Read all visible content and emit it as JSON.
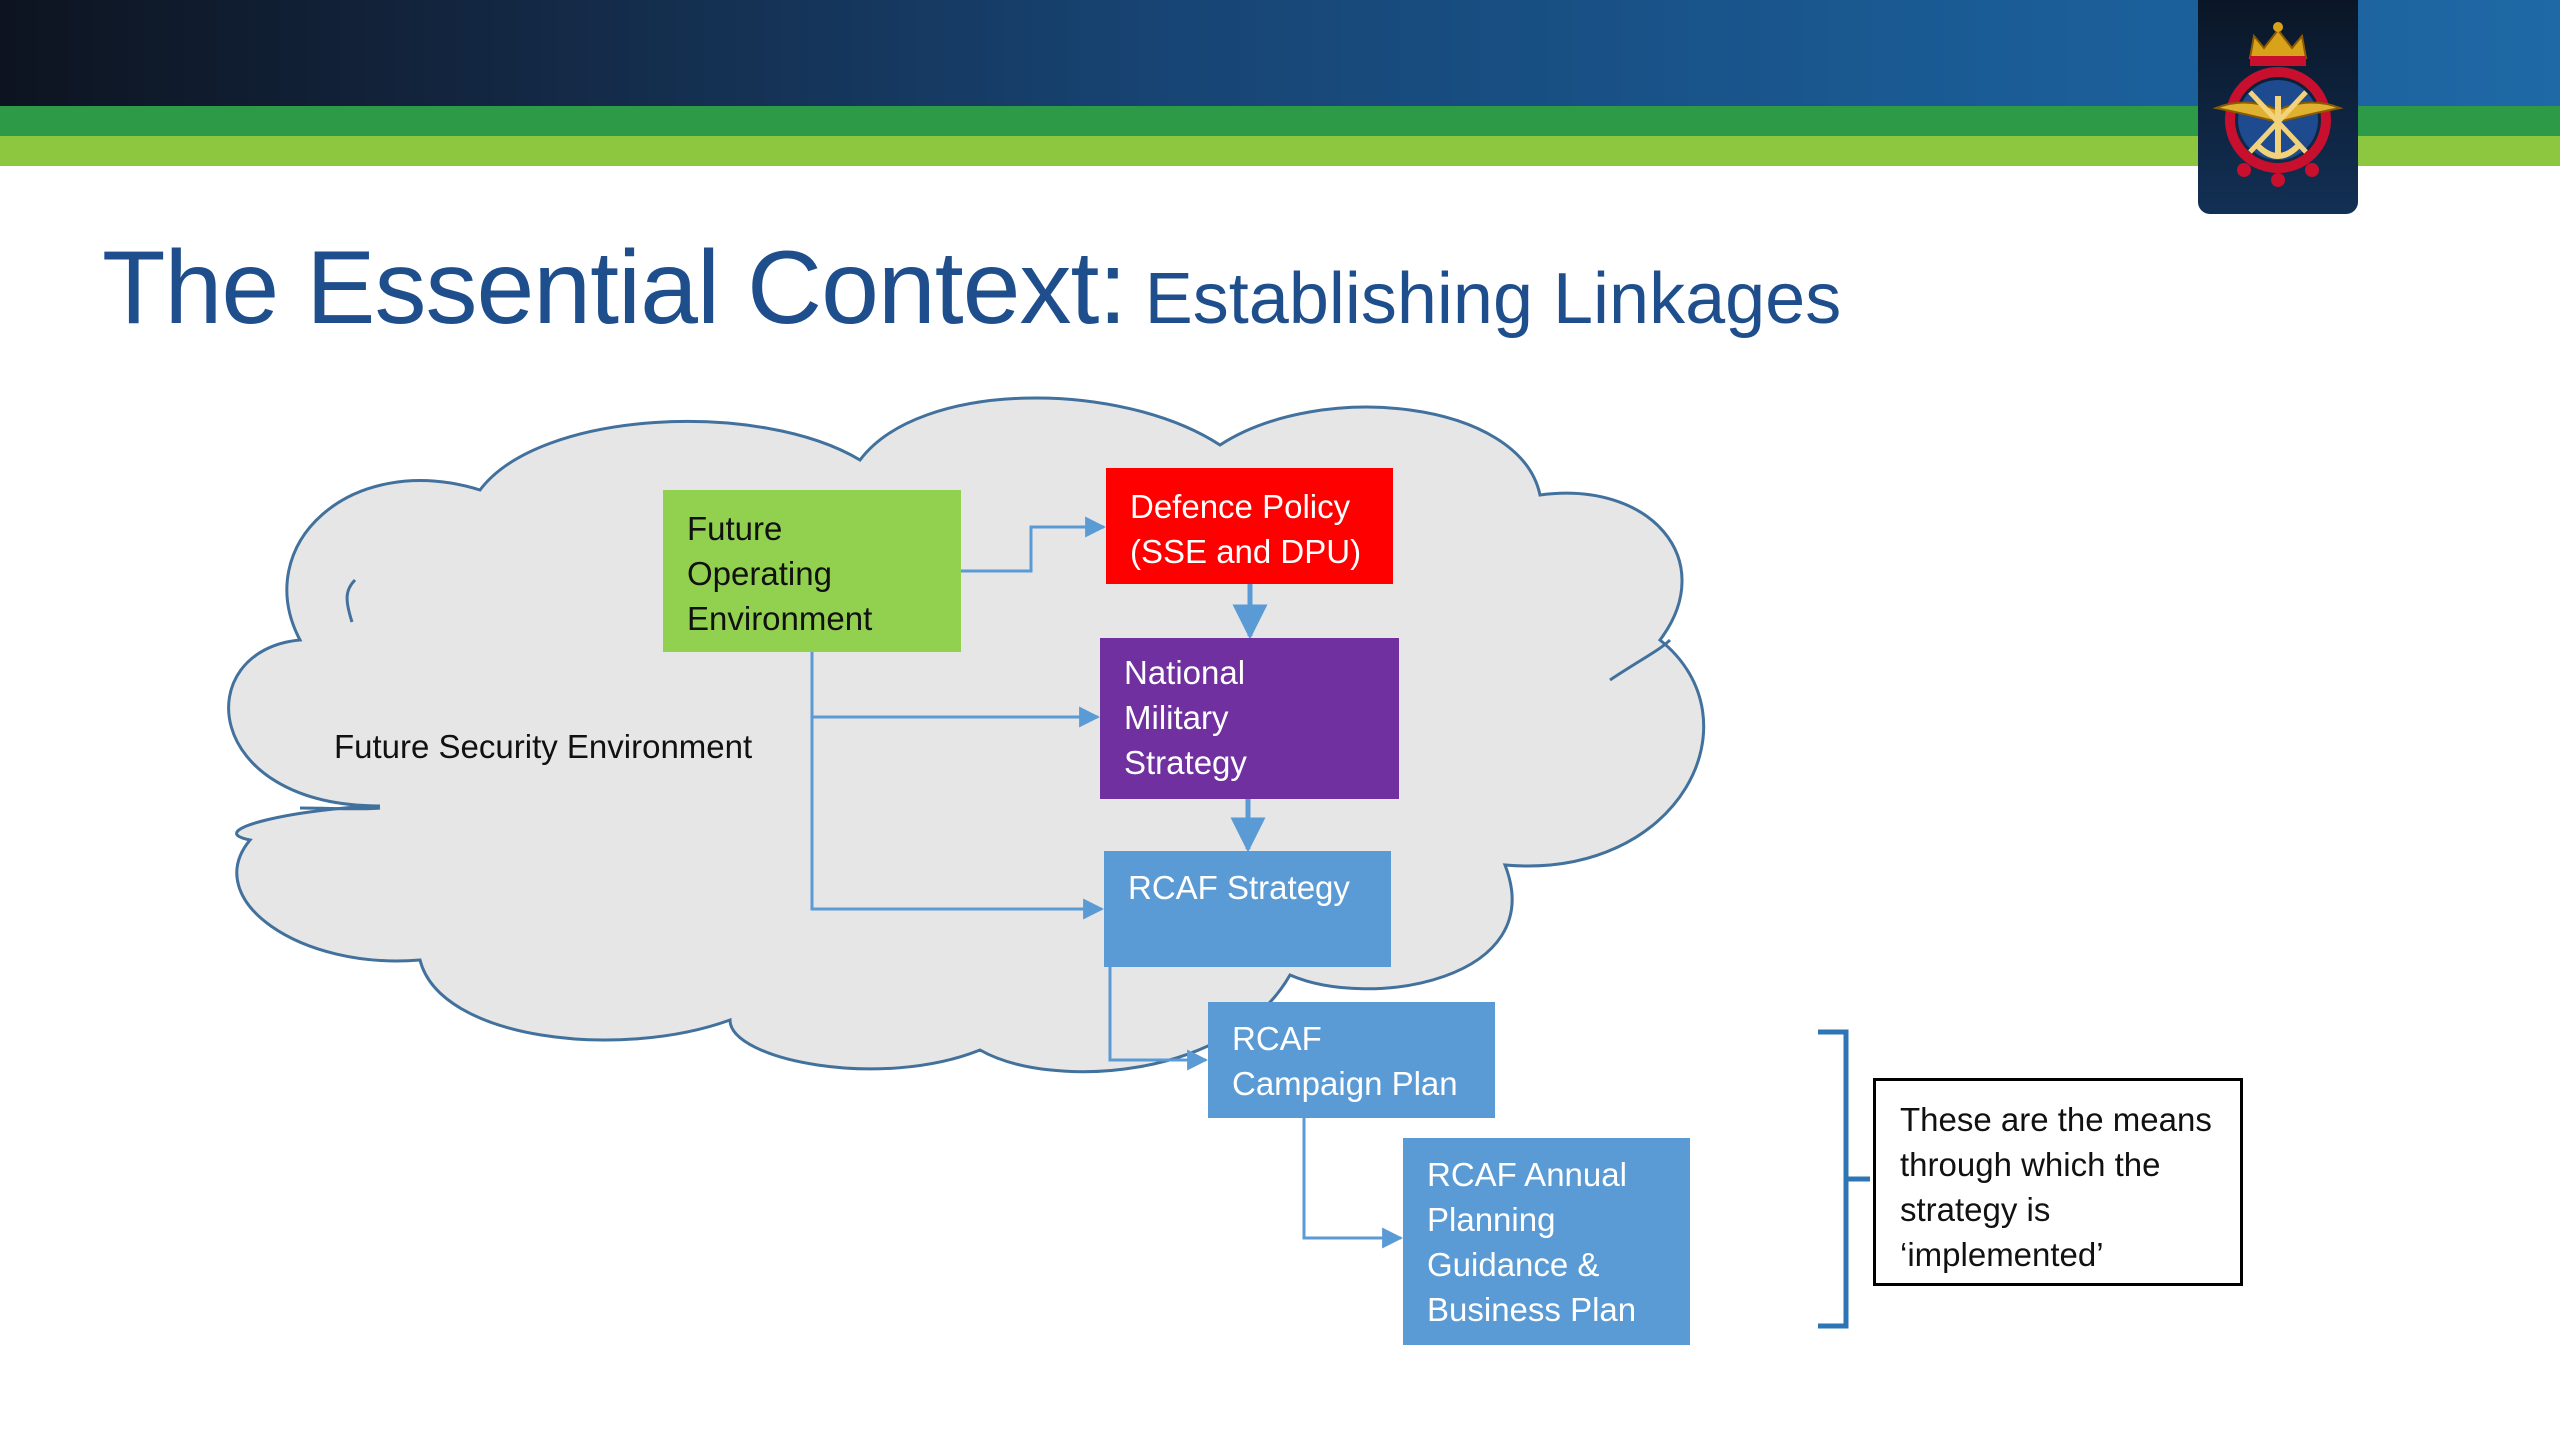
{
  "title": {
    "main": "The Essential Context:",
    "sub": "Establishing Linkages"
  },
  "diagram": {
    "cloud_label": "Future Security Environment",
    "boxes": {
      "future_operating_environment": [
        "Future",
        "Operating",
        "Environment"
      ],
      "defence_policy": [
        "Defence Policy",
        "(SSE and DPU)"
      ],
      "national_military_strategy": [
        "National",
        "Military",
        "Strategy"
      ],
      "rcaf_strategy": [
        "RCAF Strategy"
      ],
      "rcaf_campaign_plan": [
        "RCAF",
        "Campaign Plan"
      ],
      "rcaf_annual_planning": [
        "RCAF Annual",
        "Planning",
        "Guidance &",
        "Business Plan"
      ]
    },
    "note": [
      "These are the means",
      "through which the",
      "strategy is",
      "‘implemented’"
    ]
  },
  "colors": {
    "title": "#1f4e8c",
    "green_box": "#92d050",
    "red_box": "#ff0000",
    "purple_box": "#7030a0",
    "blue_box": "#5b9bd5",
    "connector": "#5b9bd5",
    "cloud_fill": "#e6e6e6",
    "cloud_outline": "#41719c"
  },
  "icons": [
    "canadian-armed-forces-crest-icon"
  ]
}
